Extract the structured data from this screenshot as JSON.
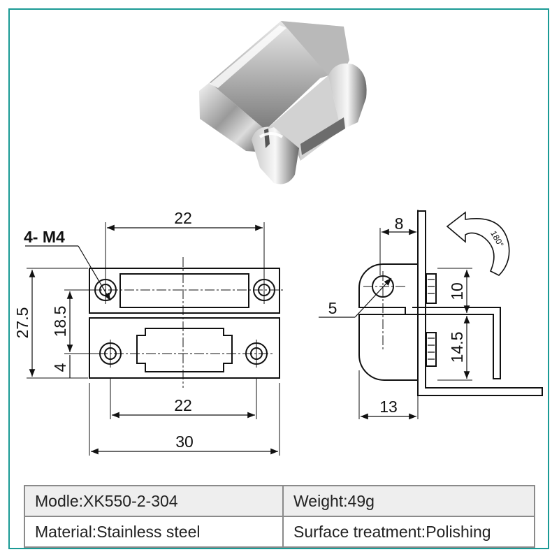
{
  "drawing": {
    "hole_callout": "4- M4",
    "front_view": {
      "top_width": "22",
      "bottom_width": "22",
      "overall_width": "30",
      "overall_height": "27.5",
      "hole_spacing": "18.5",
      "hole_offset": "4"
    },
    "side_view": {
      "pin_offset": "8",
      "pin_diameter": "5",
      "upper_height": "10",
      "lower_height": "14.5",
      "depth": "13",
      "rotation": "180°"
    }
  },
  "specs": {
    "model": "Modle:XK550-2-304",
    "weight": "Weight:49g",
    "material": "Material:Stainless steel",
    "surface": "Surface treatment:Polishing"
  },
  "colors": {
    "border": "#1a9a95",
    "table_header": "#eeeeee"
  }
}
